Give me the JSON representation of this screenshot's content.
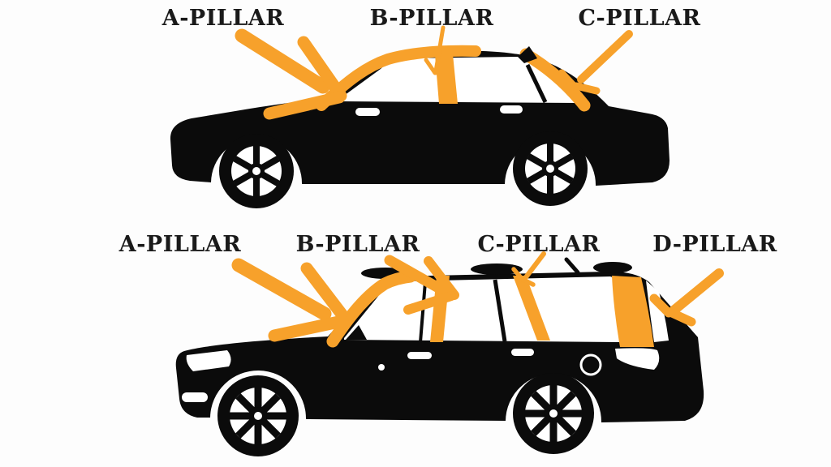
{
  "colors": {
    "highlight": "#F7A12B",
    "silhouette": "#0B0B0B",
    "label": "#1A1A1A",
    "background": "#FDFDFD",
    "glass": "#FFFFFF"
  },
  "sedan": {
    "vehicle_icon": "sedan-side-silhouette",
    "labels": [
      {
        "text": "A-PILLAR"
      },
      {
        "text": "B-PILLAR"
      },
      {
        "text": "C-PILLAR"
      }
    ]
  },
  "suv": {
    "vehicle_icon": "suv-side-silhouette",
    "labels": [
      {
        "text": "A-PILLAR"
      },
      {
        "text": "B-PILLAR"
      },
      {
        "text": "C-PILLAR"
      },
      {
        "text": "D-PILLAR"
      }
    ]
  }
}
